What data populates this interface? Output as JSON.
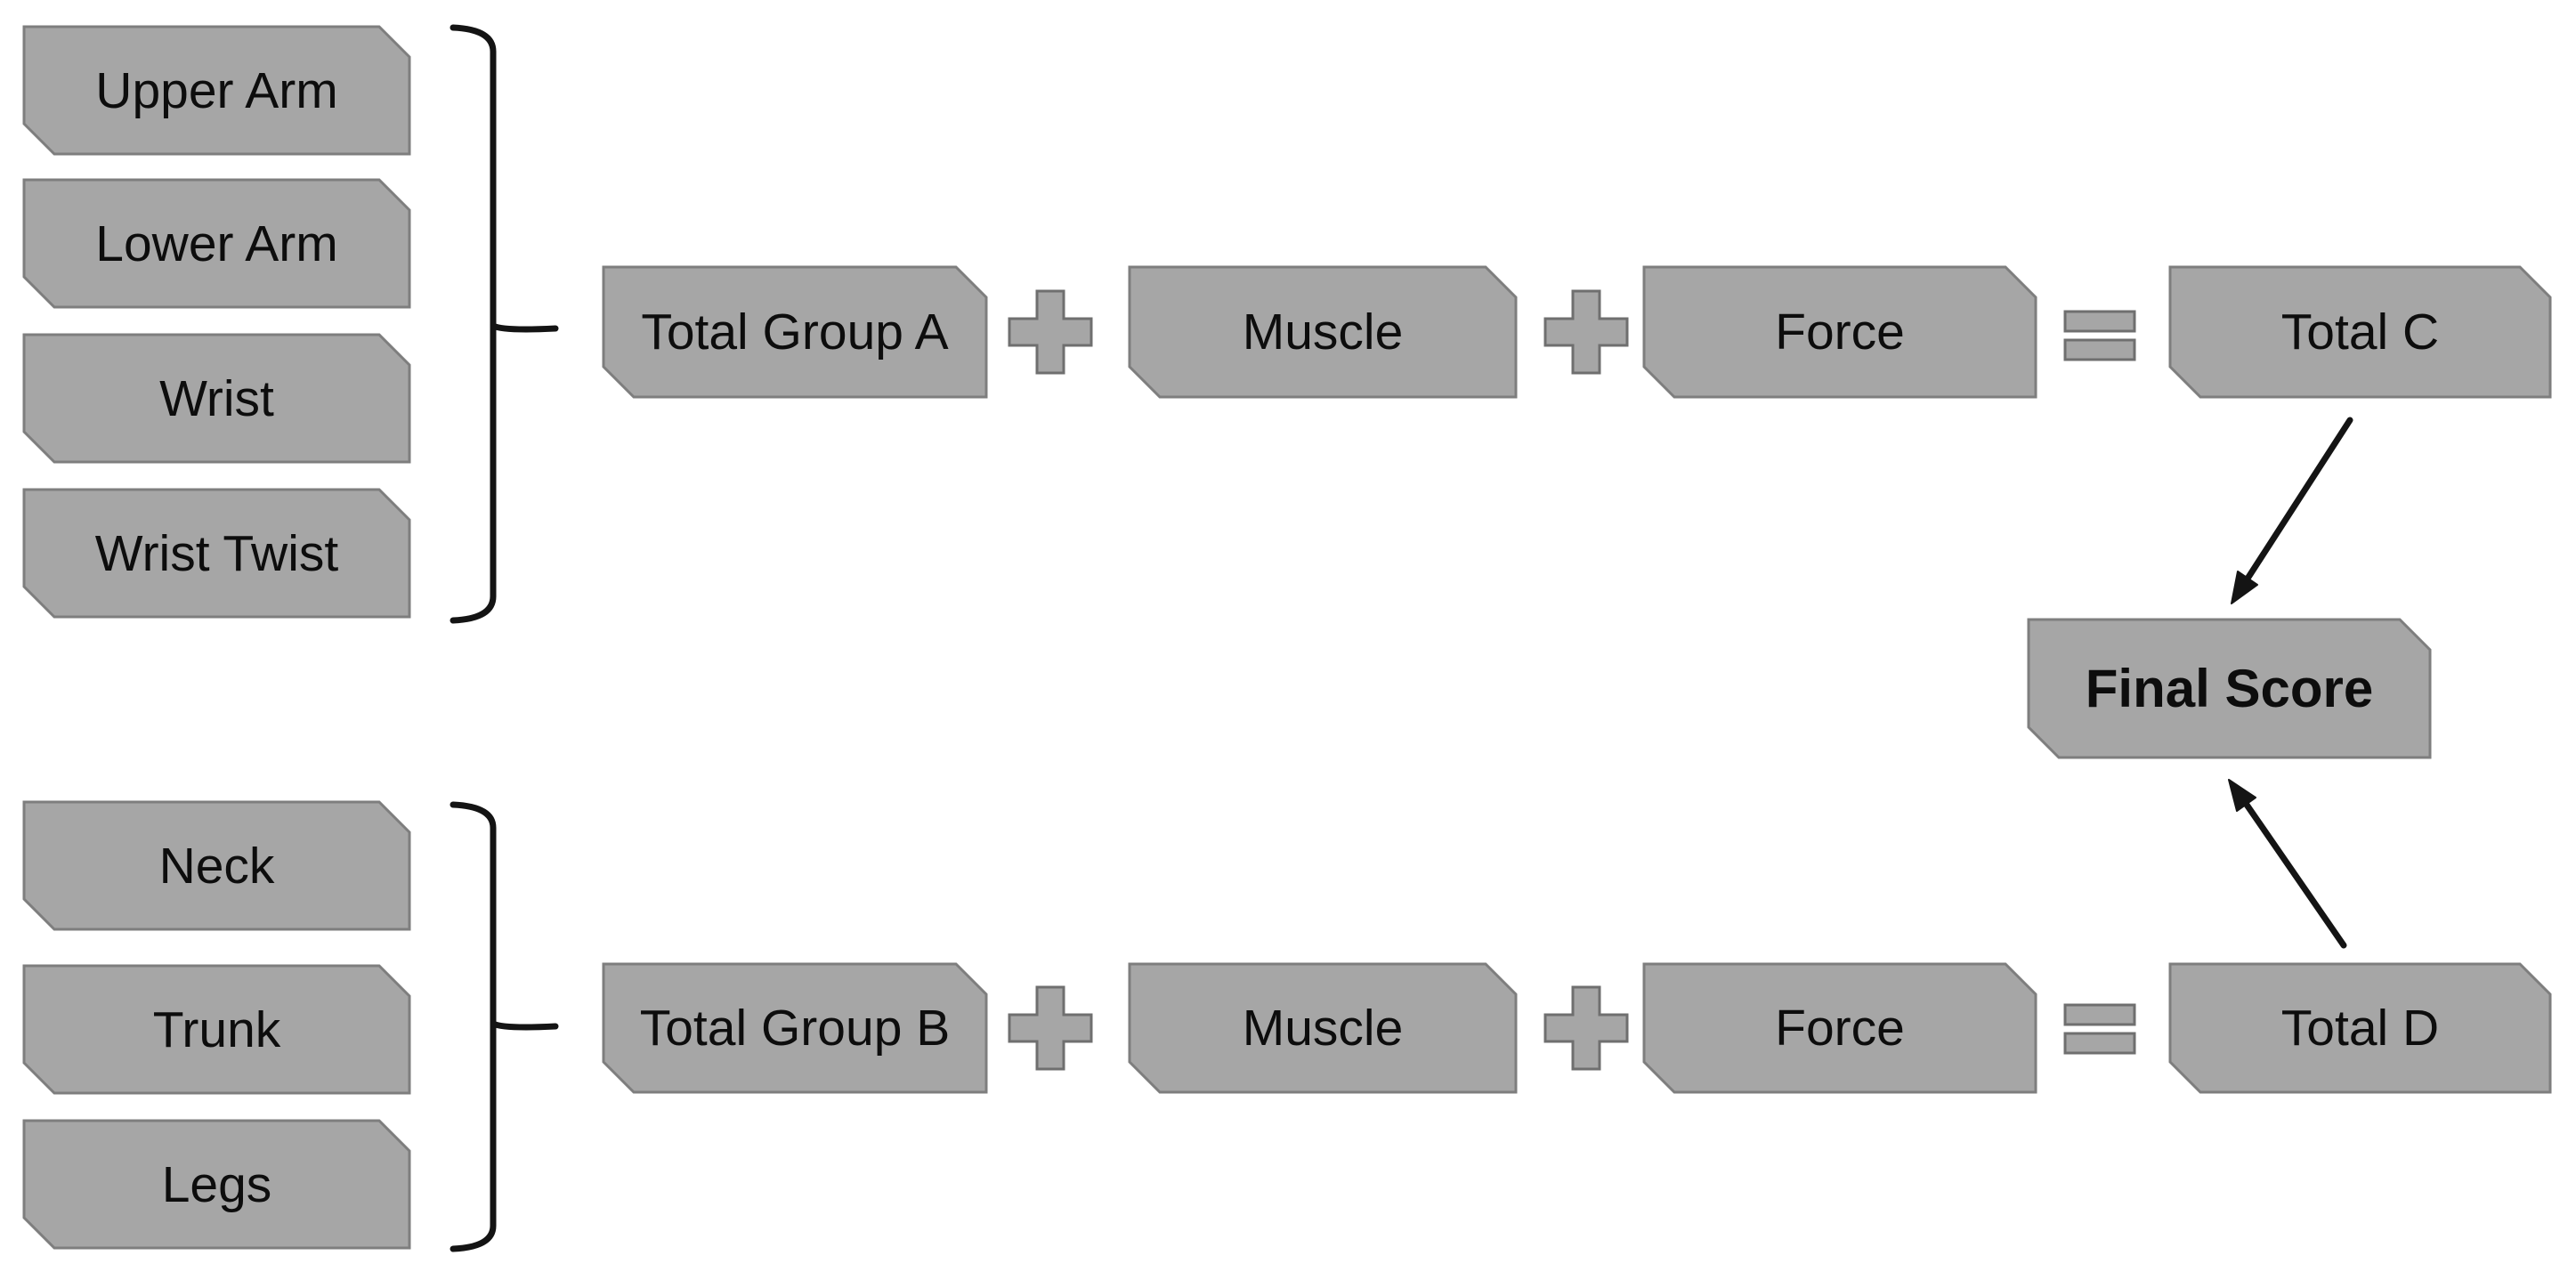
{
  "part_groups": [
    {
      "name": "group-a-body-parts",
      "parts": [
        "Upper Arm",
        "Lower Arm",
        "Wrist",
        "Wrist Twist"
      ]
    },
    {
      "name": "group-b-body-parts",
      "parts": [
        "Neck",
        "Trunk",
        "Legs"
      ]
    }
  ],
  "rows": [
    {
      "total": "Total Group A",
      "muscle": "Muscle",
      "force": "Force",
      "result": "Total C"
    },
    {
      "total": "Total Group B",
      "muscle": "Muscle",
      "force": "Force",
      "result": "Total D"
    }
  ],
  "final_score": "Final Score",
  "operators": {
    "plus": "+",
    "equals": "="
  },
  "colors": {
    "background": "#ffffff",
    "node_fill": "#a6a6a6",
    "node_border": "#7e7e7e",
    "operator_fill": "#a6a6a6",
    "operator_border": "#6f6f6f",
    "connector": "#141414",
    "text": "#0d0d0d"
  }
}
